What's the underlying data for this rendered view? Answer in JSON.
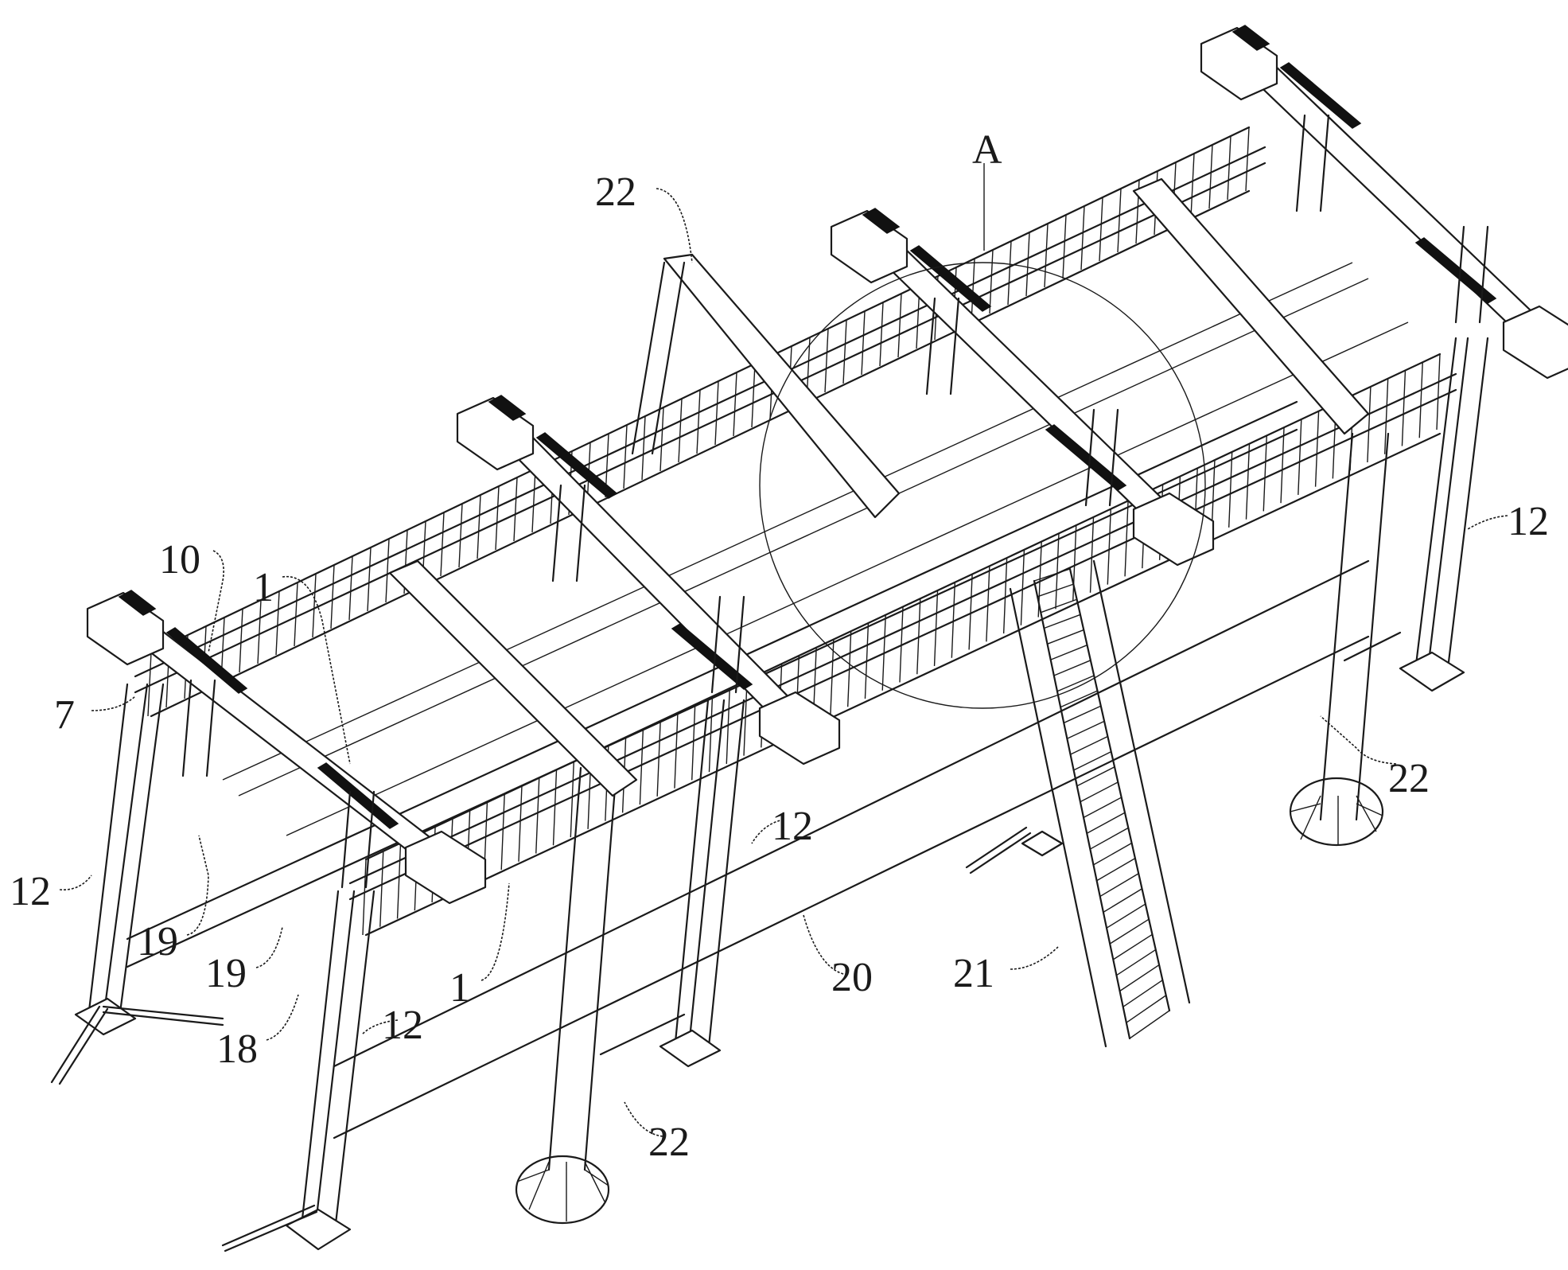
{
  "figure": {
    "type": "patent-line-drawing",
    "callout": "A",
    "labels": [
      {
        "id": "label-10",
        "text": "10"
      },
      {
        "id": "label-1-upper",
        "text": "1"
      },
      {
        "id": "label-7",
        "text": "7"
      },
      {
        "id": "label-22-top",
        "text": "22"
      },
      {
        "id": "label-a",
        "text": "A"
      },
      {
        "id": "label-12-right",
        "text": "12"
      },
      {
        "id": "label-22-right",
        "text": "22"
      },
      {
        "id": "label-12-mid",
        "text": "12"
      },
      {
        "id": "label-12-left",
        "text": "12"
      },
      {
        "id": "label-19-a",
        "text": "19"
      },
      {
        "id": "label-19-b",
        "text": "19"
      },
      {
        "id": "label-18",
        "text": "18"
      },
      {
        "id": "label-1-lower",
        "text": "1"
      },
      {
        "id": "label-12-lower",
        "text": "12"
      },
      {
        "id": "label-20",
        "text": "20"
      },
      {
        "id": "label-21",
        "text": "21"
      },
      {
        "id": "label-22-bottom",
        "text": "22"
      }
    ]
  }
}
